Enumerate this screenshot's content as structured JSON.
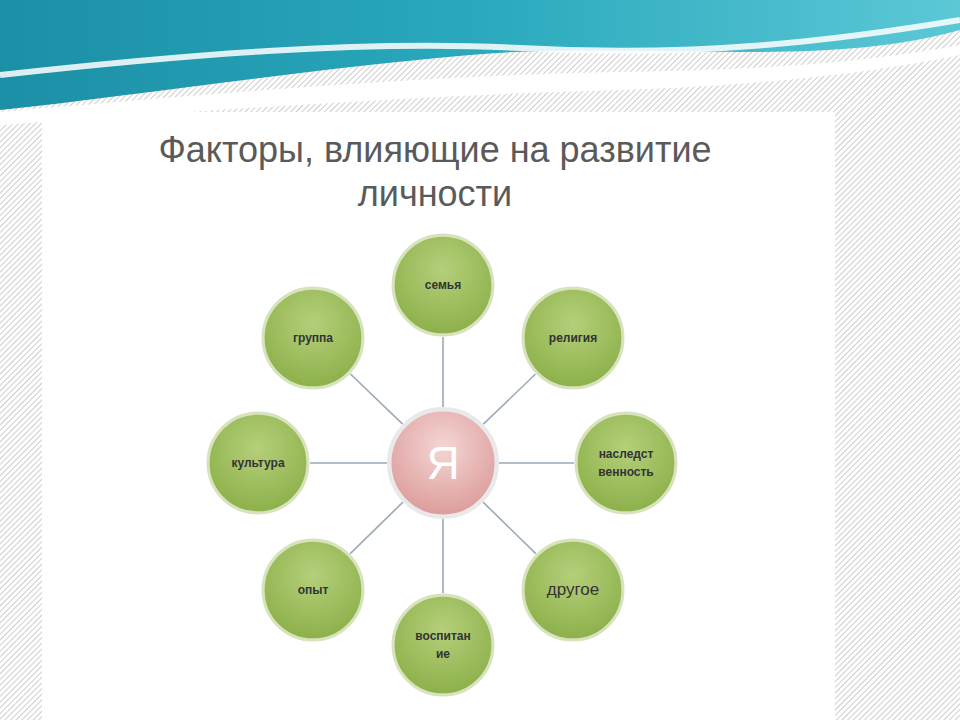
{
  "diagram": {
    "title": "Факторы, влияющие на развитие личности",
    "nodes": [
      {
        "text": [
          "Я"
        ]
      },
      {
        "text": [
          "семья"
        ]
      },
      {
        "text": [
          "религия"
        ]
      },
      {
        "text": [
          "наследст венность"
        ]
      },
      {
        "text": [
          "другое"
        ]
      },
      {
        "text": [
          "воспитан ие"
        ]
      },
      {
        "text": [
          "опыт"
        ]
      },
      {
        "text": [
          "культура"
        ]
      },
      {
        "text": [
          "группа"
        ]
      }
    ],
    "edges": [
      {
        "from": 0,
        "to": 1,
        "arrow": "none"
      },
      {
        "from": 0,
        "to": 2,
        "arrow": "none"
      },
      {
        "from": 0,
        "to": 3,
        "arrow": "none"
      },
      {
        "from": 0,
        "to": 4,
        "arrow": "none"
      },
      {
        "from": 0,
        "to": 5,
        "arrow": "none"
      },
      {
        "from": 0,
        "to": 6,
        "arrow": "none"
      },
      {
        "from": 0,
        "to": 7,
        "arrow": "none"
      },
      {
        "from": 0,
        "to": 8,
        "arrow": "none"
      }
    ]
  }
}
